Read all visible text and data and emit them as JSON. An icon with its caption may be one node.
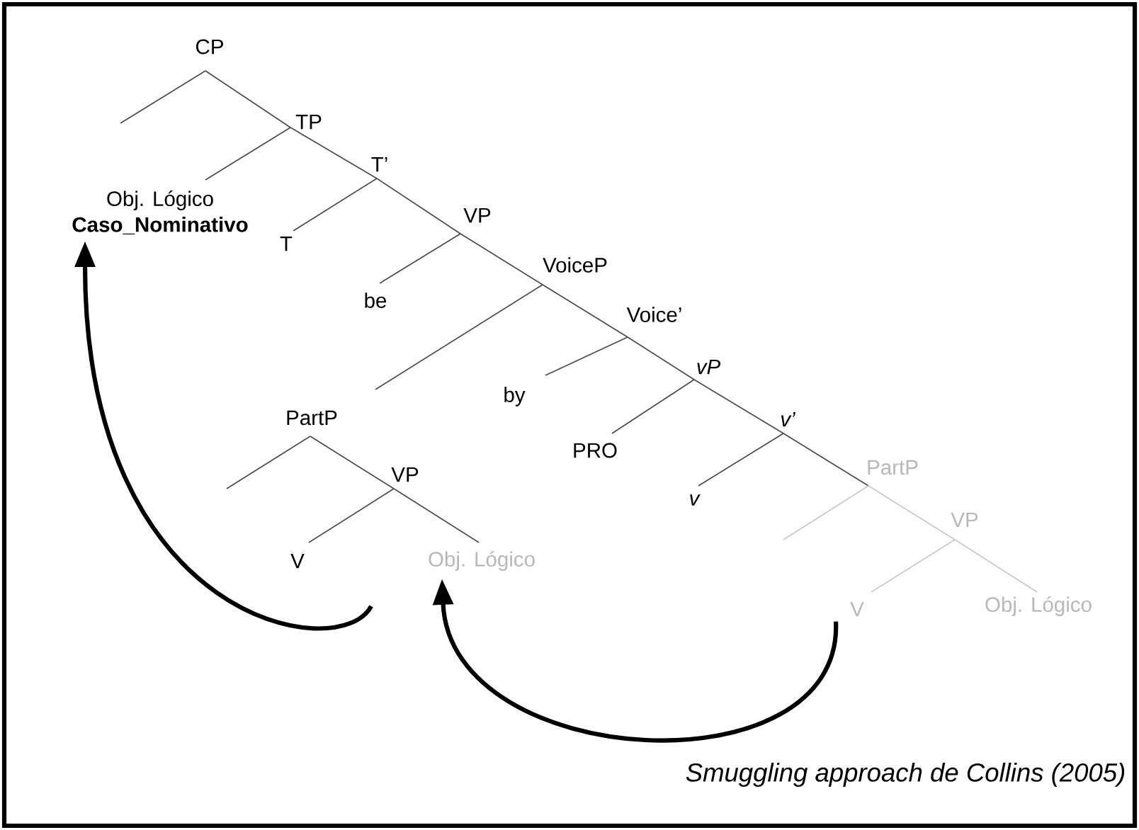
{
  "diagram": {
    "caption": "Smuggling approach de Collins (2005)",
    "nodes": [
      {
        "text": [
          "CP"
        ]
      },
      {
        "text": [
          "TP"
        ]
      },
      {
        "text": [
          "Obj. Lógico",
          "Caso_Nominativo"
        ]
      },
      {
        "text": [
          "T’"
        ]
      },
      {
        "text": [
          "T"
        ]
      },
      {
        "text": [
          "VP"
        ]
      },
      {
        "text": [
          "be"
        ]
      },
      {
        "text": [
          "VoiceP"
        ]
      },
      {
        "text": [
          "Voice’"
        ]
      },
      {
        "text": [
          "by"
        ]
      },
      {
        "text": [
          "vP"
        ]
      },
      {
        "text": [
          "PRO"
        ]
      },
      {
        "text": [
          "v’"
        ]
      },
      {
        "text": [
          "v"
        ]
      },
      {
        "text": [
          "PartP"
        ]
      },
      {
        "text": [
          "VP"
        ]
      },
      {
        "text": [
          "V"
        ]
      },
      {
        "text": [
          "Obj. Lógico"
        ]
      },
      {
        "text": [
          "PartP"
        ]
      },
      {
        "text": [
          "VP"
        ]
      },
      {
        "text": [
          "V"
        ]
      },
      {
        "text": [
          "Obj. Lógico"
        ]
      }
    ],
    "edges": [
      {
        "from": 0,
        "to": 1,
        "arrow": "none"
      },
      {
        "from": 0,
        "to": null,
        "arrow": "none"
      },
      {
        "from": 1,
        "to": 2,
        "arrow": "none"
      },
      {
        "from": 1,
        "to": 3,
        "arrow": "none"
      },
      {
        "from": 3,
        "to": 4,
        "arrow": "none"
      },
      {
        "from": 3,
        "to": 5,
        "arrow": "none"
      },
      {
        "from": 5,
        "to": 6,
        "arrow": "none"
      },
      {
        "from": 5,
        "to": 7,
        "arrow": "none"
      },
      {
        "from": 7,
        "to": null,
        "arrow": "none"
      },
      {
        "from": 7,
        "to": 8,
        "arrow": "none"
      },
      {
        "from": 8,
        "to": 9,
        "arrow": "none"
      },
      {
        "from": 8,
        "to": 10,
        "arrow": "none"
      },
      {
        "from": 10,
        "to": 11,
        "arrow": "none"
      },
      {
        "from": 10,
        "to": 12,
        "arrow": "none"
      },
      {
        "from": 12,
        "to": 13,
        "arrow": "none"
      },
      {
        "from": 12,
        "to": 14,
        "arrow": "none"
      },
      {
        "from": 14,
        "to": null,
        "arrow": "none",
        "color": "#c8c8c8"
      },
      {
        "from": 14,
        "to": 15,
        "arrow": "none",
        "color": "#c8c8c8"
      },
      {
        "from": 15,
        "to": 16,
        "arrow": "none",
        "color": "#c8c8c8"
      },
      {
        "from": 15,
        "to": 17,
        "arrow": "none",
        "color": "#c8c8c8"
      },
      {
        "from": 18,
        "to": null,
        "arrow": "none"
      },
      {
        "from": 18,
        "to": 19,
        "arrow": "none"
      },
      {
        "from": 19,
        "to": 20,
        "arrow": "none"
      },
      {
        "from": 19,
        "to": 21,
        "arrow": "none"
      },
      {
        "from": null,
        "to": 2,
        "arrow": "to",
        "style": "thick",
        "color": "#000000"
      },
      {
        "from": 16,
        "to": 21,
        "arrow": "to",
        "style": "thick",
        "color": "#000000"
      }
    ]
  }
}
